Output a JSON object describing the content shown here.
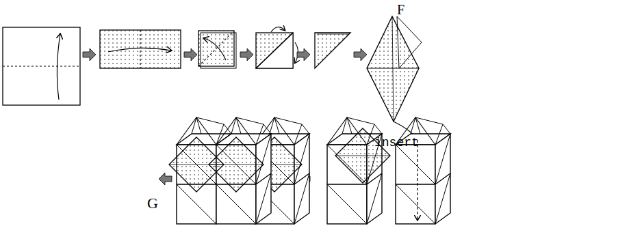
{
  "diagram": {
    "labels": [
      "F",
      "insert",
      "G"
    ]
  }
}
